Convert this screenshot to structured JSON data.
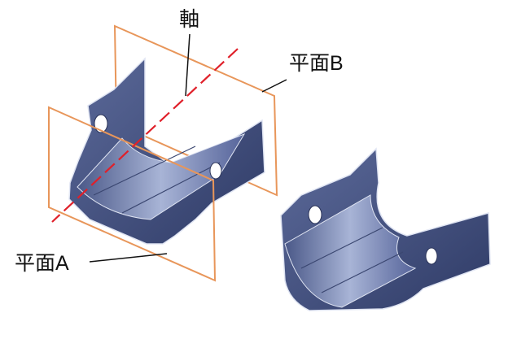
{
  "labels": {
    "axis": "軸",
    "plane_b": "平面B",
    "plane_a": "平面A"
  },
  "colors": {
    "plane": "#e8965a",
    "axis": "#e0202a",
    "part_dark": "#3b4a78",
    "part_light": "#aab6d8",
    "edge": "#dfe4f2"
  }
}
